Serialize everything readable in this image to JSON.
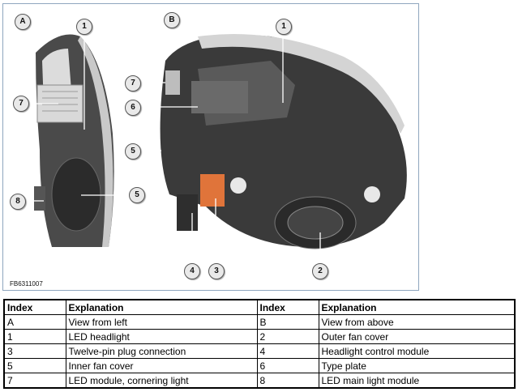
{
  "figure": {
    "id_label": "FB6311007",
    "view_labels": [
      "A",
      "B"
    ],
    "callouts": [
      "1",
      "7",
      "7",
      "5",
      "8",
      "1",
      "6",
      "5",
      "4",
      "3",
      "2"
    ]
  },
  "legend": {
    "headers": [
      "Index",
      "Explanation",
      "Index",
      "Explanation"
    ],
    "rows": [
      [
        "A",
        "View from left",
        "B",
        "View from above"
      ],
      [
        "1",
        "LED headlight",
        "2",
        "Outer fan cover"
      ],
      [
        "3",
        "Twelve-pin plug connection",
        "4",
        "Headlight control module"
      ],
      [
        "5",
        "Inner fan cover",
        "6",
        "Type plate"
      ],
      [
        "7",
        "LED module, cornering light",
        "8",
        "LED main light module"
      ]
    ]
  },
  "colors": {
    "border": "#8fa6bf",
    "housing": "#3a3a3a",
    "connector": "#e0743a"
  }
}
